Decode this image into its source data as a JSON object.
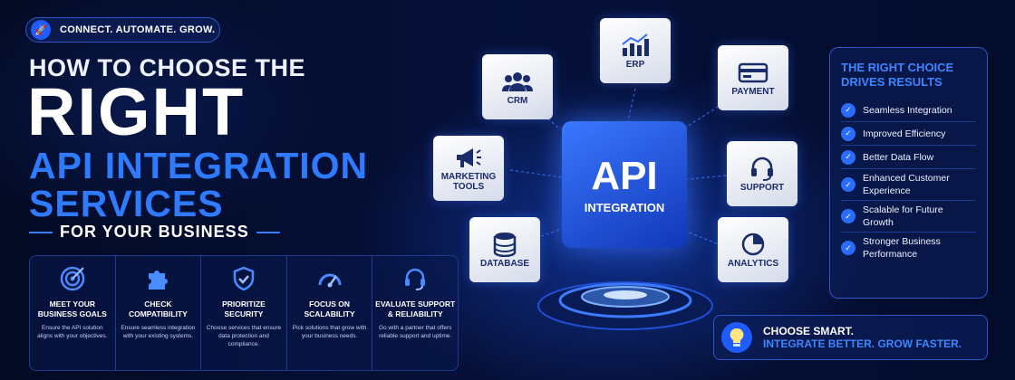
{
  "header": {
    "tagline": "CONNECT. AUTOMATE. GROW.",
    "line1": "HOW TO CHOOSE THE",
    "line2": "RIGHT",
    "line3": "API INTEGRATION",
    "line4": "SERVICES",
    "line5": "FOR YOUR BUSINESS"
  },
  "steps": [
    {
      "title": "MEET YOUR BUSINESS GOALS",
      "desc": "Ensure the API solution aligns with your objectives.",
      "icon": "target-icon"
    },
    {
      "title": "CHECK COMPATIBILITY",
      "desc": "Ensure seamless integration with your existing systems.",
      "icon": "puzzle-icon"
    },
    {
      "title": "PRIORITIZE SECURITY",
      "desc": "Choose services that ensure data protection and compliance.",
      "icon": "shield-icon"
    },
    {
      "title": "FOCUS ON SCALABILITY",
      "desc": "Pick solutions that grow with your business needs.",
      "icon": "gauge-icon"
    },
    {
      "title": "EVALUATE SUPPORT & RELIABILITY",
      "desc": "Go with a partner that offers reliable support and uptime.",
      "icon": "headset-icon"
    }
  ],
  "hub": {
    "main": "API",
    "sub": "INTEGRATION"
  },
  "pieces": {
    "crm": "CRM",
    "erp": "ERP",
    "payment": "PAYMENT",
    "marketing": "MARKETING TOOLS",
    "support": "SUPPORT",
    "database": "DATABASE",
    "analytics": "ANALYTICS"
  },
  "results": {
    "title": "THE RIGHT CHOICE DRIVES RESULTS",
    "items": [
      "Seamless Integration",
      "Improved Efficiency",
      "Better Data Flow",
      "Enhanced Customer Experience",
      "Scalable for Future Growth",
      "Stronger Business Performance"
    ]
  },
  "cta": {
    "line1": "CHOOSE SMART.",
    "line2": "INTEGRATE BETTER. GROW FASTER."
  },
  "colors": {
    "accent": "#2f7bff",
    "background": "#030a24"
  }
}
